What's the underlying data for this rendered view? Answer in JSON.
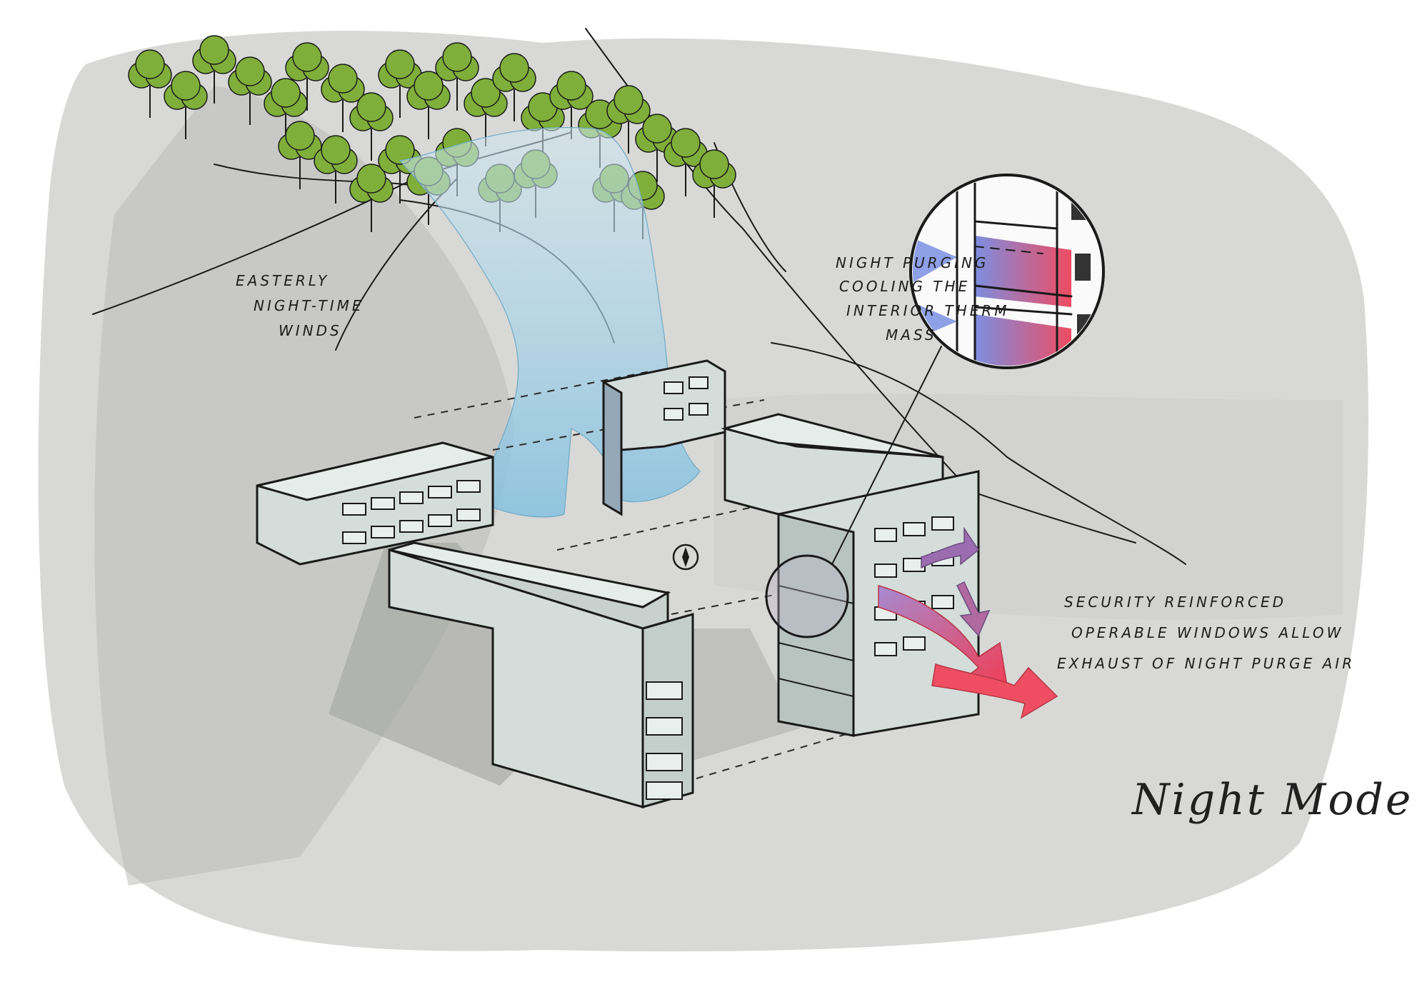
{
  "diagram": {
    "labels": {
      "easterly_winds": [
        "EASTERLY",
        "NIGHT-TIME",
        "WINDS"
      ],
      "night_purging": [
        "NIGHT PURGING",
        "COOLING THE",
        "INTERIOR THERM",
        "MASS"
      ],
      "security_windows": [
        "SECURITY REINFORCED",
        "OPERABLE WINDOWS ALLOW",
        "EXHAUST OF NIGHT PURGE AIR"
      ]
    },
    "title": "Night Mode",
    "colors": {
      "background_wash": "#d6d6d4",
      "building_fill": "#d3dcd8",
      "shadow": "#9a9b98",
      "tree_green": "#7fae3a",
      "cool_air": "#9fcfe6",
      "warm_air": "#e8525f",
      "warm_purple": "#9b6db0",
      "ink": "#1a1a1a"
    }
  }
}
